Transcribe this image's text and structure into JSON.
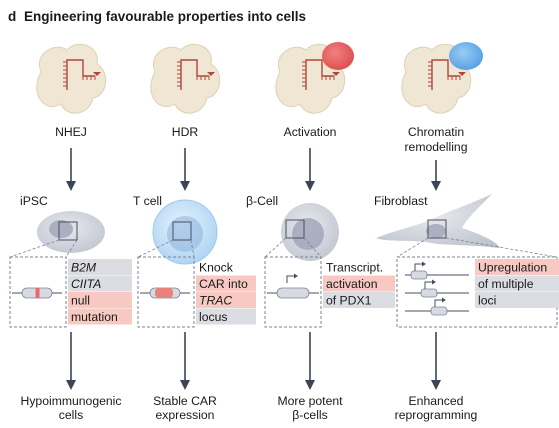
{
  "panel": {
    "letter": "d",
    "title": "Engineering favourable properties into cells"
  },
  "columns": [
    {
      "id": "nhej",
      "method": [
        "NHEJ"
      ],
      "cell": "iPSC",
      "labels": [
        {
          "text": "B2M",
          "italic": true,
          "bg": "gray"
        },
        {
          "text": "CIITA",
          "italic": true,
          "bg": "gray"
        },
        {
          "text": "null",
          "italic": false,
          "bg": "pink"
        },
        {
          "text": "mutation",
          "italic": false,
          "bg": "pink"
        }
      ],
      "outcome": [
        "Hypoimmunogenic",
        "cells"
      ]
    },
    {
      "id": "hdr",
      "method": [
        "HDR"
      ],
      "cell": "T cell",
      "labels": [
        {
          "text": "Knock",
          "italic": false,
          "bg": "none"
        },
        {
          "text": "CAR into",
          "italic": false,
          "bg": "pink"
        },
        {
          "text": "TRAC",
          "italic": true,
          "bg": "pink"
        },
        {
          "text": "locus",
          "italic": false,
          "bg": "gray"
        }
      ],
      "outcome": [
        "Stable CAR",
        "expression"
      ]
    },
    {
      "id": "activation",
      "method": [
        "Activation"
      ],
      "cell": "β-Cell",
      "labels": [
        {
          "text": "Transcript.",
          "italic": false,
          "bg": "none"
        },
        {
          "text": "activation",
          "italic": false,
          "bg": "pink"
        },
        {
          "text": "of PDX1",
          "italic": false,
          "bg": "gray"
        }
      ],
      "outcome": [
        "More potent",
        "β-cells"
      ]
    },
    {
      "id": "chromatin",
      "method": [
        "Chromatin",
        "remodelling"
      ],
      "cell": "Fibroblast",
      "labels": [
        {
          "text": "Upregulation",
          "italic": false,
          "bg": "pink"
        },
        {
          "text": "of multiple",
          "italic": false,
          "bg": "gray"
        },
        {
          "text": "loci",
          "italic": false,
          "bg": "gray"
        }
      ],
      "outcome": [
        "Enhanced",
        "reprogramming"
      ]
    }
  ],
  "colors": {
    "pink_highlight": "#f7c9c2",
    "gray_highlight": "#dcdde3",
    "arrow": "#3b4556",
    "protein": "#efe7d4",
    "dna_red": "#b0473c",
    "activator_red": "#e45a5a",
    "remodeller_blue": "#5aa6e8",
    "cell_gray": "#c9ccd6",
    "tcell_blue": "#bcdcf5"
  }
}
